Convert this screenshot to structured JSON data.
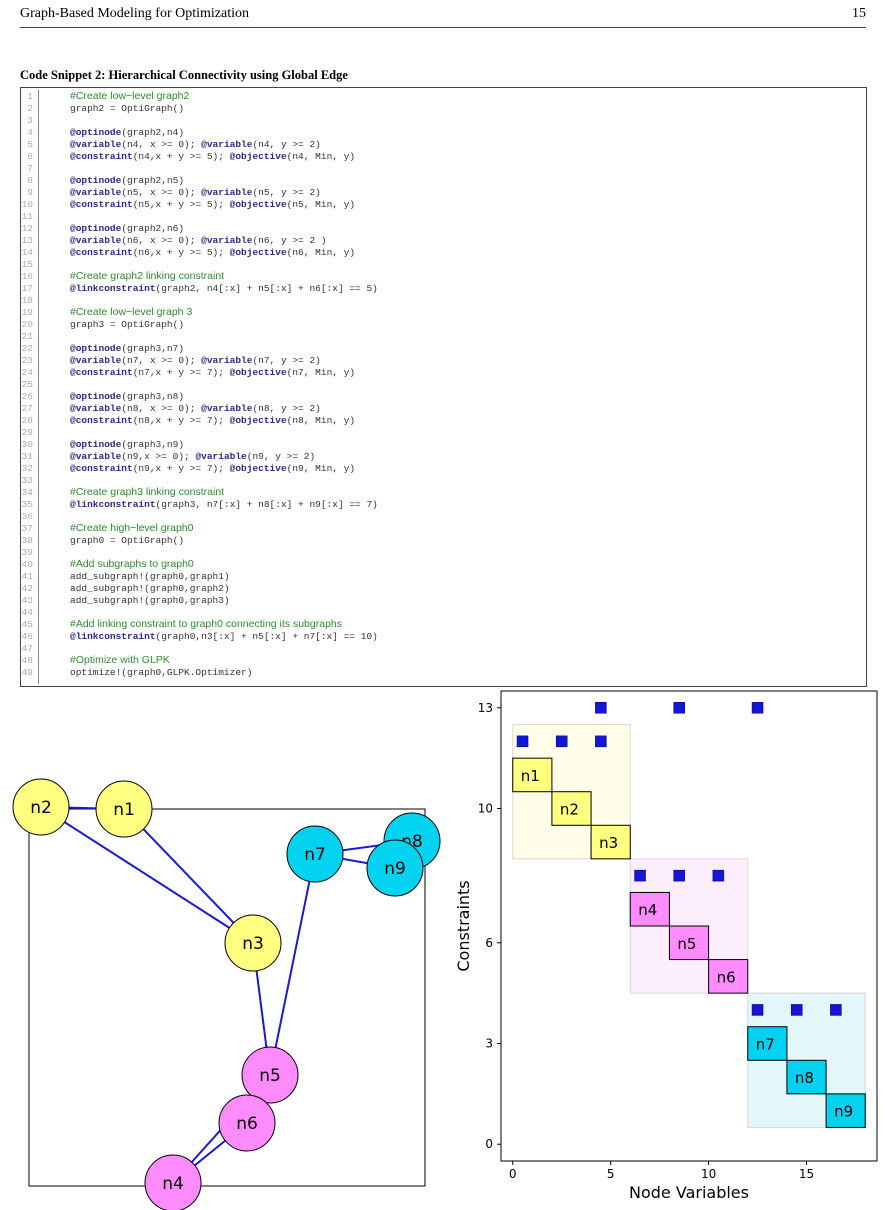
{
  "header": {
    "running_title": "Graph-Based Modeling for Optimization",
    "page_number": "15"
  },
  "snippet": {
    "caption": "Code Snippet 2: Hierarchical Connectivity using Global Edge",
    "lines": [
      {
        "n": "1",
        "t": "comment",
        "text": "#Create low−level graph2"
      },
      {
        "n": "2",
        "t": "code",
        "parts": [
          {
            "s": "graph2 = OptiGraph()"
          }
        ]
      },
      {
        "n": "3",
        "t": "blank"
      },
      {
        "n": "4",
        "t": "code",
        "parts": [
          {
            "k": "@optinode"
          },
          {
            "s": "(graph2,n4)"
          }
        ]
      },
      {
        "n": "5",
        "t": "code",
        "parts": [
          {
            "k": "@variable"
          },
          {
            "s": "(n4, x >= 0); "
          },
          {
            "k": "@variable"
          },
          {
            "s": "(n4, y >= 2)"
          }
        ]
      },
      {
        "n": "6",
        "t": "code",
        "parts": [
          {
            "k": "@constraint"
          },
          {
            "s": "(n4,x + y >= 5); "
          },
          {
            "k": "@objective"
          },
          {
            "s": "(n4, Min, y)"
          }
        ]
      },
      {
        "n": "7",
        "t": "blank"
      },
      {
        "n": "8",
        "t": "code",
        "parts": [
          {
            "k": "@optinode"
          },
          {
            "s": "(graph2,n5)"
          }
        ]
      },
      {
        "n": "9",
        "t": "code",
        "parts": [
          {
            "k": "@variable"
          },
          {
            "s": "(n5, x >= 0); "
          },
          {
            "k": "@variable"
          },
          {
            "s": "(n5, y >= 2)"
          }
        ]
      },
      {
        "n": "10",
        "t": "code",
        "parts": [
          {
            "k": "@constraint"
          },
          {
            "s": "(n5,x + y >= 5); "
          },
          {
            "k": "@objective"
          },
          {
            "s": "(n5, Min, y)"
          }
        ]
      },
      {
        "n": "11",
        "t": "blank"
      },
      {
        "n": "12",
        "t": "code",
        "parts": [
          {
            "k": "@optinode"
          },
          {
            "s": "(graph2,n6)"
          }
        ]
      },
      {
        "n": "13",
        "t": "code",
        "parts": [
          {
            "k": "@variable"
          },
          {
            "s": "(n6, x >= 0); "
          },
          {
            "k": "@variable"
          },
          {
            "s": "(n6, y >= 2 )"
          }
        ]
      },
      {
        "n": "14",
        "t": "code",
        "parts": [
          {
            "k": "@constraint"
          },
          {
            "s": "(n6,x + y >= 5); "
          },
          {
            "k": "@objective"
          },
          {
            "s": "(n6, Min, y)"
          }
        ]
      },
      {
        "n": "15",
        "t": "blank"
      },
      {
        "n": "16",
        "t": "comment",
        "text": "#Create graph2 linking constraint"
      },
      {
        "n": "17",
        "t": "code",
        "parts": [
          {
            "k": "@linkconstraint"
          },
          {
            "s": "(graph2, n4[:x] + n5[:x] + n6[:x] == 5)"
          }
        ]
      },
      {
        "n": "18",
        "t": "blank"
      },
      {
        "n": "19",
        "t": "comment",
        "text": "#Create low−level graph 3"
      },
      {
        "n": "20",
        "t": "code",
        "parts": [
          {
            "s": "graph3 = OptiGraph()"
          }
        ]
      },
      {
        "n": "21",
        "t": "blank"
      },
      {
        "n": "22",
        "t": "code",
        "parts": [
          {
            "k": "@optinode"
          },
          {
            "s": "(graph3,n7)"
          }
        ]
      },
      {
        "n": "23",
        "t": "code",
        "parts": [
          {
            "k": "@variable"
          },
          {
            "s": "(n7, x >= 0); "
          },
          {
            "k": "@variable"
          },
          {
            "s": "(n7, y >= 2)"
          }
        ]
      },
      {
        "n": "24",
        "t": "code",
        "parts": [
          {
            "k": "@constraint"
          },
          {
            "s": "(n7,x + y >= 7); "
          },
          {
            "k": "@objective"
          },
          {
            "s": "(n7, Min, y)"
          }
        ]
      },
      {
        "n": "25",
        "t": "blank"
      },
      {
        "n": "26",
        "t": "code",
        "parts": [
          {
            "k": "@optinode"
          },
          {
            "s": "(graph3,n8)"
          }
        ]
      },
      {
        "n": "27",
        "t": "code",
        "parts": [
          {
            "k": "@variable"
          },
          {
            "s": "(n8, x >= 0); "
          },
          {
            "k": "@variable"
          },
          {
            "s": "(n8, y >= 2)"
          }
        ]
      },
      {
        "n": "28",
        "t": "code",
        "parts": [
          {
            "k": "@constraint"
          },
          {
            "s": "(n8,x + y >= 7); "
          },
          {
            "k": "@objective"
          },
          {
            "s": "(n8, Min, y)"
          }
        ]
      },
      {
        "n": "29",
        "t": "blank"
      },
      {
        "n": "30",
        "t": "code",
        "parts": [
          {
            "k": "@optinode"
          },
          {
            "s": "(graph3,n9)"
          }
        ]
      },
      {
        "n": "31",
        "t": "code",
        "parts": [
          {
            "k": "@variable"
          },
          {
            "s": "(n9,x >= 0); "
          },
          {
            "k": "@variable"
          },
          {
            "s": "(n9, y >= 2)"
          }
        ]
      },
      {
        "n": "32",
        "t": "code",
        "parts": [
          {
            "k": "@constraint"
          },
          {
            "s": "(n9,x + y >= 7); "
          },
          {
            "k": "@objective"
          },
          {
            "s": "(n9, Min, y)"
          }
        ]
      },
      {
        "n": "33",
        "t": "blank"
      },
      {
        "n": "34",
        "t": "comment",
        "text": "#Create graph3 linking constraint"
      },
      {
        "n": "35",
        "t": "code",
        "parts": [
          {
            "k": "@linkconstraint"
          },
          {
            "s": "(graph3, n7[:x] + n8[:x] + n9[:x] == 7)"
          }
        ]
      },
      {
        "n": "36",
        "t": "blank"
      },
      {
        "n": "37",
        "t": "comment",
        "text": "#Create high−level graph0"
      },
      {
        "n": "38",
        "t": "code",
        "parts": [
          {
            "s": "graph0 = OptiGraph()"
          }
        ]
      },
      {
        "n": "39",
        "t": "blank"
      },
      {
        "n": "40",
        "t": "comment",
        "text": "#Add subgraphs to graph0"
      },
      {
        "n": "41",
        "t": "code",
        "parts": [
          {
            "s": "add_subgraph!(graph0,graph1)"
          }
        ]
      },
      {
        "n": "42",
        "t": "code",
        "parts": [
          {
            "s": "add_subgraph!(graph0,graph2)"
          }
        ]
      },
      {
        "n": "43",
        "t": "code",
        "parts": [
          {
            "s": "add_subgraph!(graph0,graph3)"
          }
        ]
      },
      {
        "n": "44",
        "t": "blank"
      },
      {
        "n": "45",
        "t": "comment",
        "text": "#Add linking constraint to graph0 connecting its subgraphs"
      },
      {
        "n": "46",
        "t": "code",
        "parts": [
          {
            "k": "@linkconstraint"
          },
          {
            "s": "(graph0,n3[:x] + n5[:x] + n7[:x] == 10)"
          }
        ]
      },
      {
        "n": "47",
        "t": "blank"
      },
      {
        "n": "48",
        "t": "comment",
        "text": "#Optimize with GLPK"
      },
      {
        "n": "49",
        "t": "code",
        "parts": [
          {
            "s": "optimize!(graph0,GLPK.Optimizer)"
          }
        ]
      }
    ]
  },
  "graph_figure": {
    "colors": {
      "graph1": "#ffff80",
      "graph2": "#ff8cff",
      "graph3": "#00d2f0",
      "edge": "#1a1ad2"
    },
    "nodes": [
      {
        "label": "n1",
        "group": "graph1"
      },
      {
        "label": "n2",
        "group": "graph1"
      },
      {
        "label": "n3",
        "group": "graph1"
      },
      {
        "label": "n4",
        "group": "graph2"
      },
      {
        "label": "n5",
        "group": "graph2"
      },
      {
        "label": "n6",
        "group": "graph2"
      },
      {
        "label": "n7",
        "group": "graph3"
      },
      {
        "label": "n8",
        "group": "graph3"
      },
      {
        "label": "n9",
        "group": "graph3"
      }
    ],
    "edges": [
      [
        "n2",
        "n1"
      ],
      [
        "n2",
        "n3"
      ],
      [
        "n1",
        "n3"
      ],
      [
        "n3",
        "n5"
      ],
      [
        "n7",
        "n5"
      ],
      [
        "n7",
        "n9"
      ],
      [
        "n7",
        "n8"
      ],
      [
        "n9",
        "n8"
      ],
      [
        "n4",
        "n5"
      ],
      [
        "n4",
        "n6"
      ]
    ]
  },
  "chart_data": {
    "type": "scatter",
    "xlabel": "Node Variables",
    "ylabel": "Constraints",
    "xlim": [
      -0.6,
      18.6
    ],
    "ylim": [
      -0.5,
      13.5
    ],
    "xticks": [
      0,
      5,
      10,
      15
    ],
    "yticks": [
      0,
      3,
      6,
      10,
      13
    ],
    "link_points": [
      {
        "x": 4.5,
        "y": 13
      },
      {
        "x": 8.5,
        "y": 13
      },
      {
        "x": 12.5,
        "y": 13
      },
      {
        "x": 0.5,
        "y": 12
      },
      {
        "x": 2.5,
        "y": 12
      },
      {
        "x": 4.5,
        "y": 12
      },
      {
        "x": 6.5,
        "y": 8
      },
      {
        "x": 8.5,
        "y": 8
      },
      {
        "x": 10.5,
        "y": 8
      },
      {
        "x": 12.5,
        "y": 4
      },
      {
        "x": 14.5,
        "y": 4
      },
      {
        "x": 16.5,
        "y": 4
      }
    ],
    "node_blocks": [
      {
        "label": "n1",
        "x0": 0,
        "x1": 2,
        "y": 11,
        "group": "graph1"
      },
      {
        "label": "n2",
        "x0": 2,
        "x1": 4,
        "y": 10,
        "group": "graph1"
      },
      {
        "label": "n3",
        "x0": 4,
        "x1": 6,
        "y": 9,
        "group": "graph1"
      },
      {
        "label": "n4",
        "x0": 6,
        "x1": 8,
        "y": 7,
        "group": "graph2"
      },
      {
        "label": "n5",
        "x0": 8,
        "x1": 10,
        "y": 6,
        "group": "graph2"
      },
      {
        "label": "n6",
        "x0": 10,
        "x1": 12,
        "y": 5,
        "group": "graph2"
      },
      {
        "label": "n7",
        "x0": 12,
        "x1": 14,
        "y": 3,
        "group": "graph3"
      },
      {
        "label": "n8",
        "x0": 14,
        "x1": 16,
        "y": 2,
        "group": "graph3"
      },
      {
        "label": "n9",
        "x0": 16,
        "x1": 18,
        "y": 1,
        "group": "graph3"
      }
    ],
    "subgraph_regions": [
      {
        "group": "graph1",
        "x0": 0,
        "x1": 6,
        "y0": 8.5,
        "y1": 12.5
      },
      {
        "group": "graph2",
        "x0": 6,
        "x1": 12,
        "y0": 4.5,
        "y1": 8.5
      },
      {
        "group": "graph3",
        "x0": 12,
        "x1": 18,
        "y0": 0.5,
        "y1": 4.5
      }
    ],
    "region_fills": {
      "graph1": "#fdfde8",
      "graph2": "#fdeefd",
      "graph3": "#e3f6fb"
    },
    "link_color": "#1515d8"
  }
}
